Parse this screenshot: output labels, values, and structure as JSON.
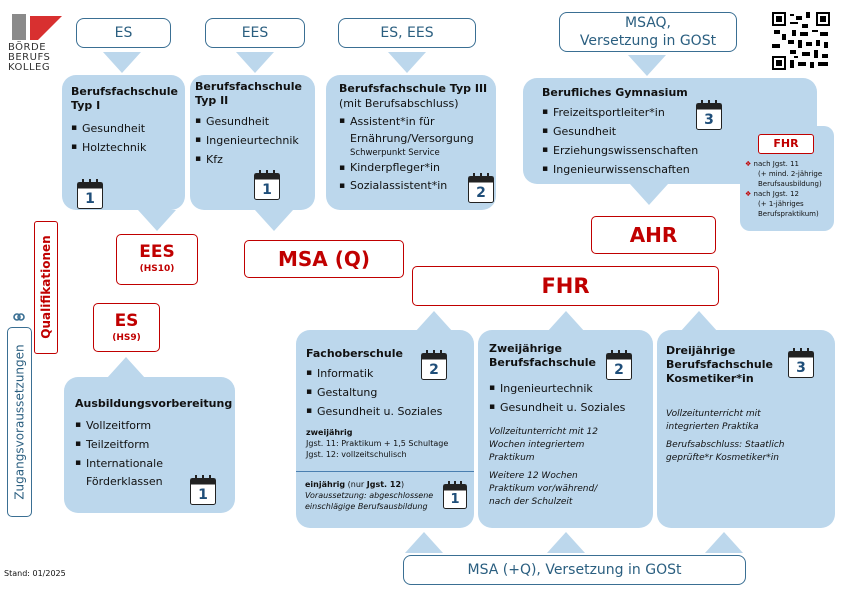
{
  "logo": {
    "line1": "BÖRDE",
    "line2": "BERUFS",
    "line3": "KOLLEG"
  },
  "top_labels": {
    "es": "ES",
    "ees": "EES",
    "es_ees": "ES, EES",
    "msaq": "MSAQ,",
    "msaq2": "Versetzung in GOSt"
  },
  "bfs1": {
    "title1": "Berufsfachschule",
    "title2": "Typ I",
    "items": [
      "Gesundheit",
      "Holztechnik"
    ],
    "cal": "1"
  },
  "bfs2": {
    "title1": "Berufsfachschule",
    "title2": "Typ II",
    "items": [
      "Gesundheit",
      "Ingenieurtechnik",
      "Kfz"
    ],
    "cal": "1"
  },
  "bfs3": {
    "title1": "Berufsfachschule Typ III",
    "title2": "(mit Berufsabschluss)",
    "item1": "Assistent*in für",
    "item1b": "Ernährung/Versorgung",
    "item1c": "Schwerpunkt Service",
    "item2": "Kinderpfleger*in",
    "item3": "Sozialassistent*in",
    "cal": "2"
  },
  "bg": {
    "title": "Berufliches Gymnasium",
    "items": [
      "Freizeitsportleiter*in",
      "Gesundheit",
      "Erziehungswissenschaften",
      "Ingenieurwissenschaften"
    ],
    "cal": "3"
  },
  "fhr_side": {
    "label": "FHR",
    "n1": "nach Jgst. 11",
    "n1b": "(+ mind. 2-jährige",
    "n1c": "Berufsausbildung)",
    "n2": "nach Jgst. 12",
    "n2b": "(+ 1-jähriges",
    "n2c": "Berufspraktikum)"
  },
  "quals": {
    "ees": "EES",
    "ees_sub": "(HS10)",
    "msa": "MSA (Q)",
    "ahr": "AHR",
    "fhr": "FHR",
    "es": "ES",
    "es_sub": "(HS9)"
  },
  "side": {
    "qualifikationen": "Qualifikationen",
    "zugang": "Zugangsvoraussetzungen"
  },
  "abv": {
    "title": "Ausbildungsvorbereitung",
    "items": [
      "Vollzeitform",
      "Teilzeitform",
      "Internationale",
      "Förderklassen"
    ],
    "cal": "1"
  },
  "fos": {
    "title": "Fachoberschule",
    "items": [
      "Informatik",
      "Gestaltung",
      "Gesundheit u. Soziales"
    ],
    "cal": "2",
    "zwei": "zweijährig",
    "zwei1": "Jgst. 11: Praktikum + 1,5 Schultage",
    "zwei2": "Jgst. 12: vollzeitschulisch",
    "ein": "einjährig",
    "ein_n": "(nur ",
    "ein_j": "Jgst. 12",
    "ein_c": ")",
    "ein1": "Voraussetzung: abgeschlossene",
    "ein2": "einschlägige Berufsausbildung",
    "cal2": "1"
  },
  "bfs_zwei": {
    "title1": "Zweijährige",
    "title2": "Berufsfachschule",
    "items": [
      "Ingenieurtechnik",
      "Gesundheit u. Soziales"
    ],
    "cal": "2",
    "t1": "Vollzeitunterricht mit 12",
    "t2": "Wochen integriertem",
    "t3": "Praktikum",
    "t4": "Weitere 12 Wochen",
    "t5": "Praktikum vor/während/",
    "t6": "nach der Schulzeit"
  },
  "bfs_drei": {
    "title1": "Dreijährige",
    "title2": "Berufsfachschule",
    "title3": "Kosmetiker*in",
    "cal": "3",
    "t1": "Vollzeitunterricht mit",
    "t2": "integrierten Praktika",
    "t3": "Berufsabschluss: Staatlich",
    "t4": "geprüfte*r Kosmetiker*in"
  },
  "bottom": {
    "label": "MSA (+Q), Versetzung in GOSt"
  },
  "stand": "Stand: 01/2025",
  "colors": {
    "blue_box": "#bcd7ec",
    "red": "#c00000",
    "blue_text": "#2b5f80"
  }
}
